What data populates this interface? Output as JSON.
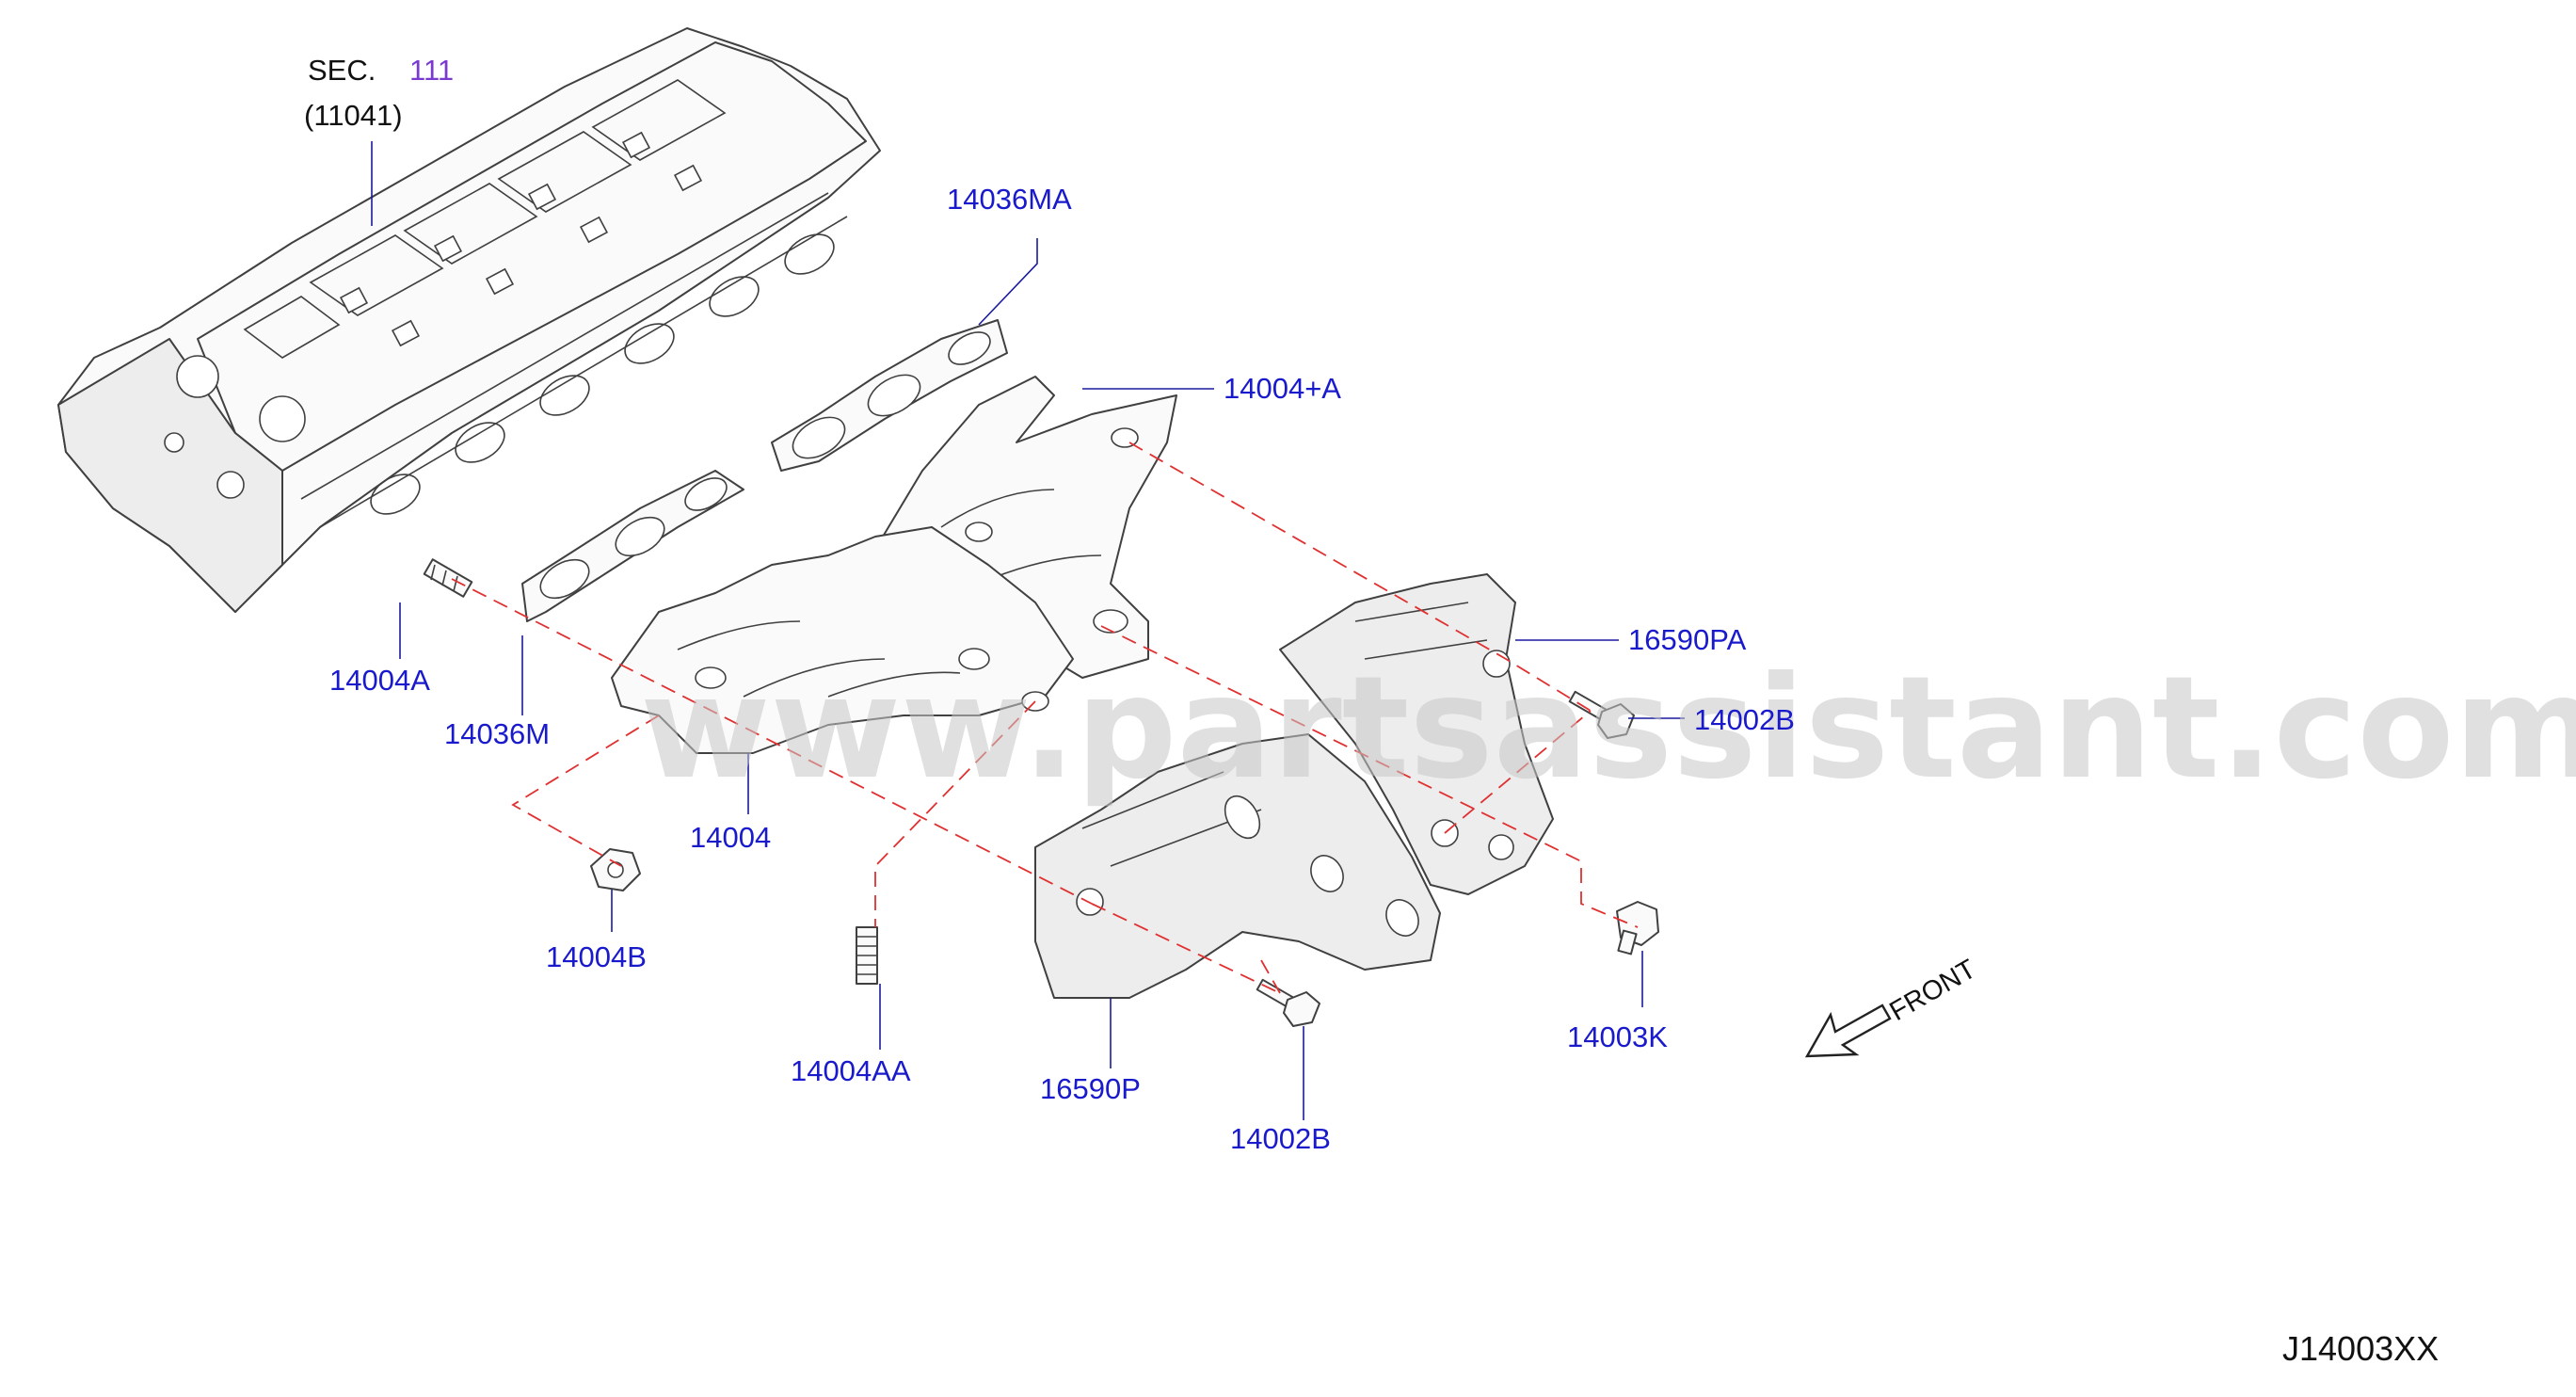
{
  "diagram": {
    "code": "J14003XX",
    "watermark": "www.partsassistant.com",
    "section": {
      "prefix": "SEC.",
      "number": "111",
      "ref": "(11041)"
    },
    "parts": {
      "gasket_a": "14036MA",
      "manifold_a": "14004+A",
      "insulator_a": "16590PA",
      "bolt_upper": "14002B",
      "stud": "14004A",
      "gasket": "14036M",
      "manifold": "14004",
      "nut": "14004B",
      "stud_aa": "14004AA",
      "insulator": "16590P",
      "bolt_lower": "14002B",
      "bolt_k": "14003K"
    },
    "front_label": "FRONT"
  },
  "colors": {
    "label": "#1a1acd",
    "leader": "#1a1aa0",
    "dash": "#e03030",
    "outline": "#404040"
  },
  "icons": {
    "front_arrow": "front-arrow-icon"
  }
}
